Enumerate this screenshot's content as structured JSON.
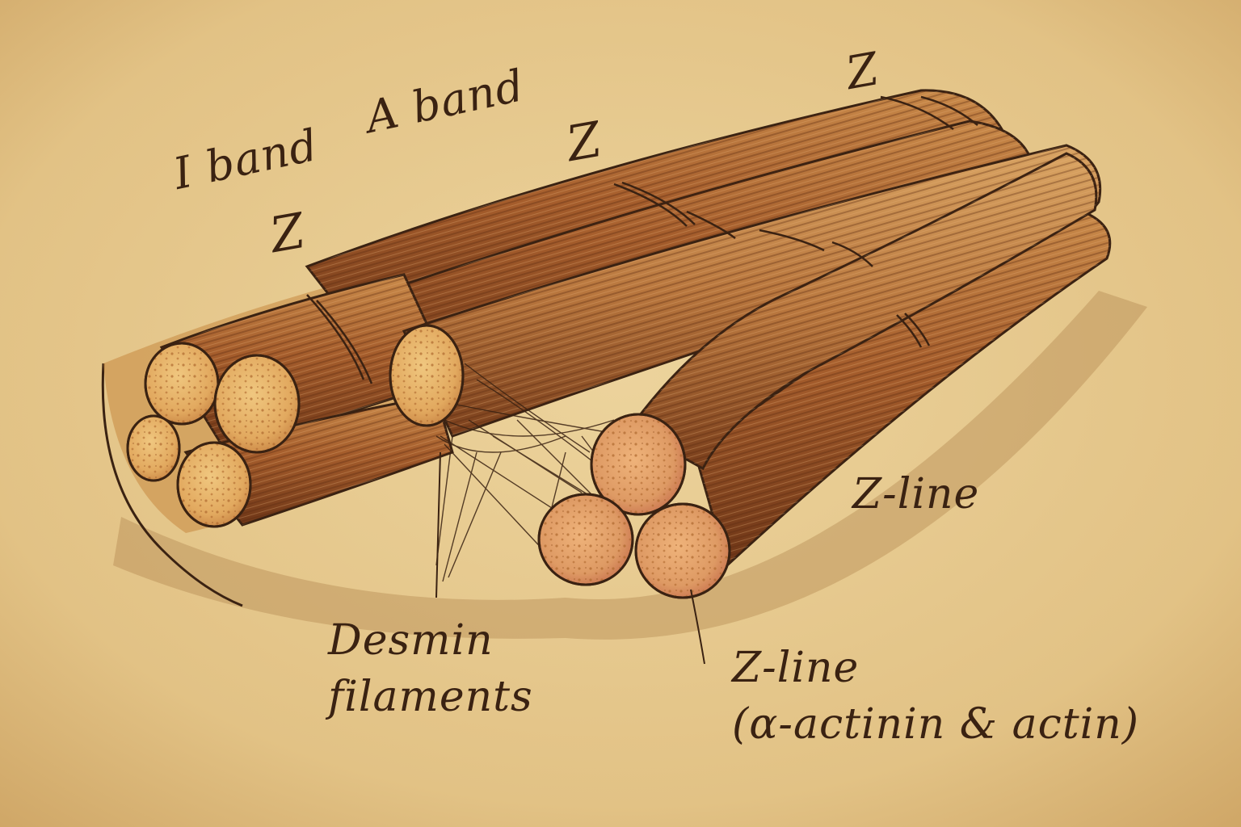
{
  "labels": {
    "i_band": "I band",
    "a_band": "A band",
    "z_top_left": "Z",
    "z_top_middle": "Z",
    "z_top_right": "Z",
    "z_line_right": "Z-line",
    "desmin_line1": "Desmin",
    "desmin_line2": "filaments",
    "z_line_bottom_line1": "Z-line",
    "z_line_bottom_line2": "(α-actinin & actin)"
  },
  "colors": {
    "parchment": "#e6c98d",
    "ink": "#3a2212",
    "fiber_dark": "#7a3f1c",
    "fiber_mid": "#a55d2c",
    "fiber_light": "#c98a4a",
    "cross_section": "#e6b26a",
    "cross_section_pink": "#d98a6a"
  }
}
